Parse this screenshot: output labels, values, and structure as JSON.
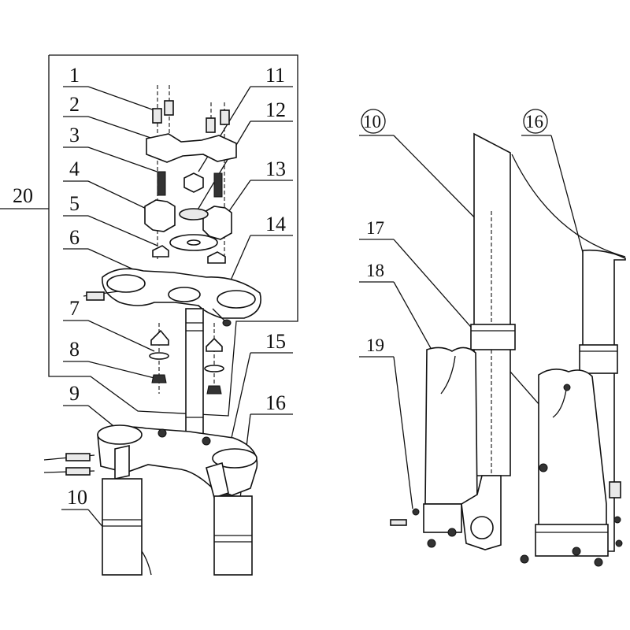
{
  "diagram": {
    "group_label": "20",
    "left_callouts": [
      "1",
      "2",
      "3",
      "4",
      "5",
      "6",
      "7",
      "8",
      "9",
      "10"
    ],
    "right_callouts": [
      "11",
      "12",
      "13",
      "14",
      "15",
      "16"
    ],
    "fork_callouts": [
      "10",
      "16",
      "17",
      "18",
      "19"
    ]
  }
}
